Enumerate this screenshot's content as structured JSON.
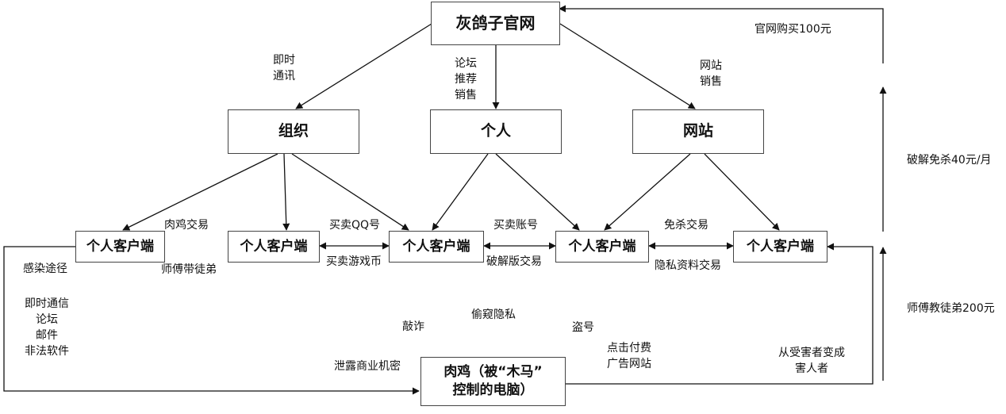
{
  "nodes": {
    "official_site": "灰鸽子官网",
    "organization": "组织",
    "individual": "个人",
    "website": "网站",
    "client": "个人客户端",
    "zombie_line1": "肉鸡（被“木马”",
    "zombie_line2": "控制的电脑）"
  },
  "edge_labels": {
    "im_line1": "即时",
    "im_line2": "通讯",
    "forum_line1": "论坛",
    "forum_line2": "推荐",
    "forum_line3": "销售",
    "web_line1": "网站",
    "web_line2": "销售",
    "official_buy": "官网购买100元",
    "crack": "破解免杀40元/月",
    "mentor_teach": "师傅教徒弟200元",
    "zombie_trade": "肉鸡交易",
    "mentor_apprentice": "师傅带徒弟",
    "buy_qq": "买卖QQ号",
    "buy_game_coin": "买卖游戏币",
    "buy_account": "买卖账号",
    "cracked_trade": "破解版交易",
    "av_evasion_trade": "免杀交易",
    "privacy_trade": "隐私资料交易",
    "infection_path": "感染途径",
    "inf_im": "即时通信",
    "inf_forum": "论坛",
    "inf_mail": "邮件",
    "inf_illegal_software": "非法软件",
    "extortion": "敲诈",
    "peek_privacy": "偷窥隐私",
    "steal_account": "盗号",
    "click_line1": "点击付费",
    "click_line2": "广告网站",
    "leak_secrets": "泄露商业机密",
    "victim_line1": "从受害者变成",
    "victim_line2": "害人者"
  }
}
